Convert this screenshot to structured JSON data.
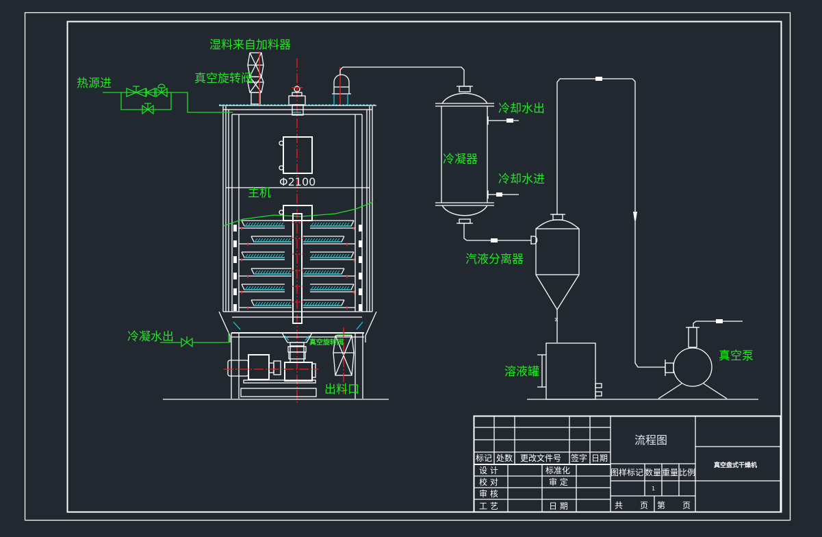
{
  "drawing": {
    "background_color": "#212830",
    "line_color": "#ffffff",
    "label_color": "#22e822",
    "centerline_color": "#ff1a1a",
    "hatch_color": "#18d0d8"
  },
  "labels": {
    "wet_material_feed": "湿料来自加料器",
    "vacuum_rotary_valve_top": "真空旋转阀",
    "heat_source_in": "热源进",
    "main_machine": "主机",
    "diameter": "Φ2100",
    "condensate_water_out": "冷凝水出",
    "vacuum_rotary_valve_bottom": "真空旋转阀",
    "discharge_port": "出料口",
    "condenser": "冷凝器",
    "cooling_water_out": "冷却水出",
    "cooling_water_in": "冷却水进",
    "vapor_liquid_separator": "汽液分离器",
    "solution_tank": "溶液罐",
    "vacuum_pump": "真空泵"
  },
  "title_block": {
    "revision_headers": [
      "标记",
      "处数",
      "更改文件号",
      "签字",
      "日期"
    ],
    "left_rows": [
      {
        "label": "设 计",
        "label2": "标准化"
      },
      {
        "label": "校 对",
        "label2": "审 定"
      },
      {
        "label": "审 核",
        "label2": ""
      },
      {
        "label": "工 艺",
        "label2": "日 期"
      }
    ],
    "drawing_title": "流程图",
    "product_name": "真空盘式干燥机",
    "attr_headers": [
      "图样标记",
      "数量",
      "重量",
      "比例"
    ],
    "quantity": "1",
    "sheet_total_label": "共",
    "sheet_total_unit": "页",
    "sheet_no_label": "第",
    "sheet_no_unit": "页"
  }
}
